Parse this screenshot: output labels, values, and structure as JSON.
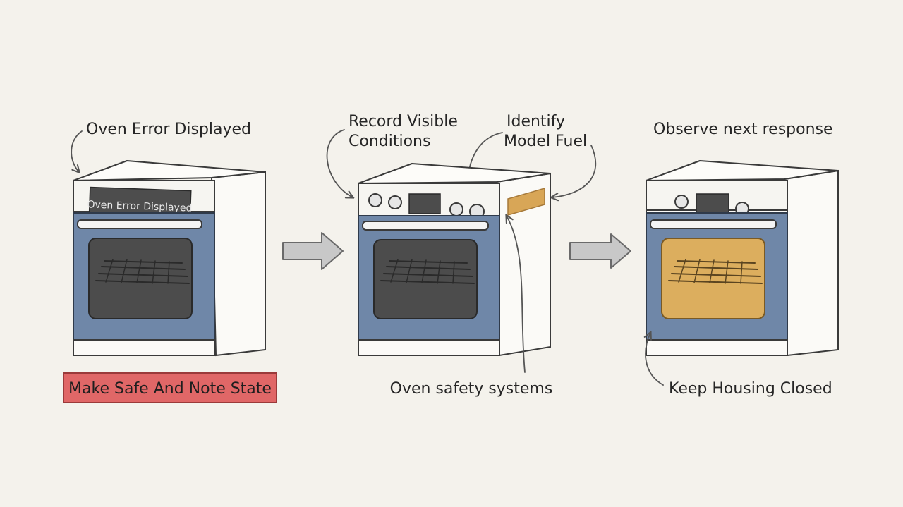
{
  "colors": {
    "background": "#f4f2ec",
    "door_blue": "#6f87a8",
    "window_dark": "#4c4c4c",
    "window_lit": "#dcae5e",
    "label_plate": "#d8a657",
    "warning_red": "#e06767",
    "arrow_gray": "#c8c8c8"
  },
  "panels": [
    {
      "label": "Oven Error Displayed",
      "display_text": "Oven Error Displayed",
      "banner": "Make Safe And Note State",
      "window": "dark"
    },
    {
      "labels": [
        "Record Visible Conditions",
        "Identify Model Fuel"
      ],
      "bottom_label": "Oven safety systems",
      "window": "dark",
      "has_model_plate": true
    },
    {
      "label": "Observe next response",
      "bottom_label": "Keep Housing Closed",
      "window": "lit"
    }
  ],
  "text": {
    "p1_label": "Oven Error Displayed",
    "p1_display": "Oven Error Displayed",
    "p1_banner": "Make Safe And Note State",
    "p2_label_record_1": "Record Visible",
    "p2_label_record_2": "Conditions",
    "p2_label_identify_1": "Identify",
    "p2_label_identify_2": "Model Fuel",
    "p2_bottom": "Oven safety systems",
    "p3_label": "Observe next response",
    "p3_bottom": "Keep Housing Closed"
  },
  "icons": [
    "flow-arrow-icon",
    "oven-icon",
    "control-knob-icon",
    "display-panel-icon",
    "oven-rack-icon",
    "callout-arrow-icon"
  ]
}
